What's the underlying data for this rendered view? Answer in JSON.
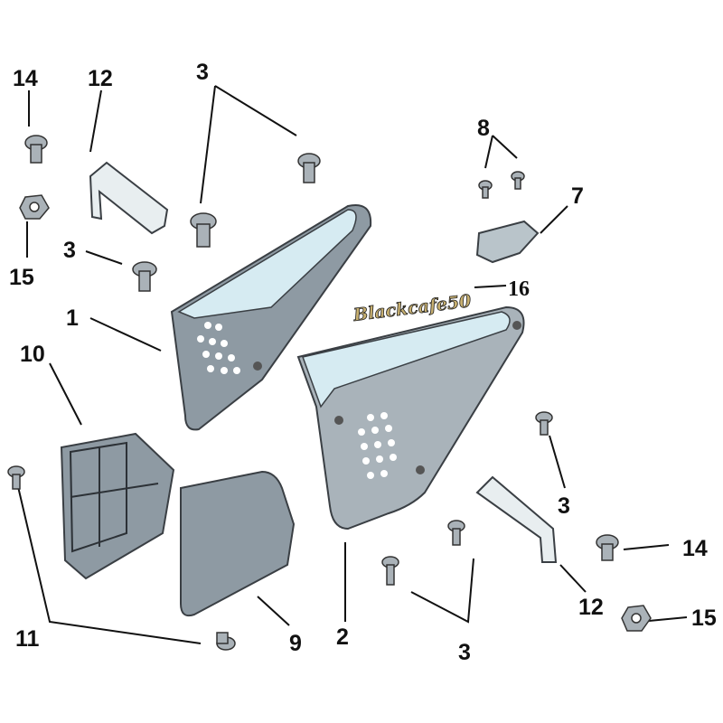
{
  "diagram": {
    "type": "exploded parts diagram",
    "labels": [
      "14",
      "12",
      "3",
      "8",
      "7",
      "3",
      "15",
      "16",
      "1",
      "10",
      "3",
      "14",
      "12",
      "15",
      "11",
      "9",
      "2",
      "3"
    ],
    "logo_text": "Blackcafe50"
  },
  "colors": {
    "panel_light": "#cfe6ee",
    "panel_dark": "#8e9aa3",
    "outline": "#3a3f44"
  }
}
